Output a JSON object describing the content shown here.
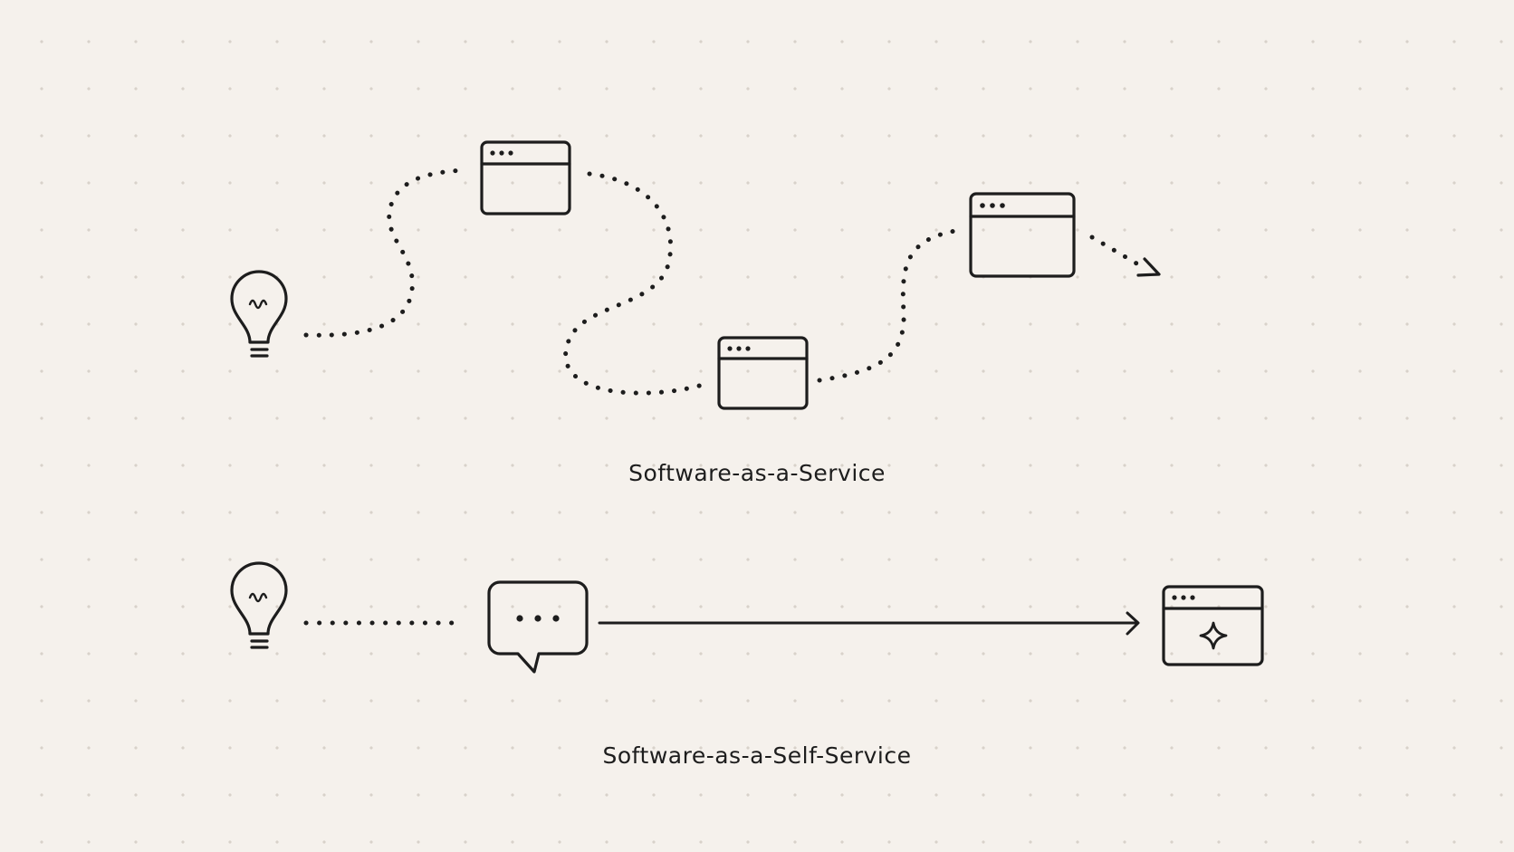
{
  "diagram": {
    "colors": {
      "background": "#f5f1ec",
      "ink": "#1d1d1d",
      "grid_dot": "#d8d2ca"
    },
    "top_flow": {
      "caption": "Software-as-a-Service",
      "nodes": [
        "lightbulb-icon",
        "browser-window-icon",
        "browser-window-icon",
        "browser-window-icon"
      ],
      "connector": "dotted-winding-path",
      "ends_with": "dotted-arrow-icon"
    },
    "bottom_flow": {
      "caption": "Software-as-a-Self-Service",
      "nodes": [
        "lightbulb-icon",
        "chat-bubble-icon",
        "browser-window-sparkle-icon"
      ],
      "connectors": [
        "dotted-line",
        "solid-arrow"
      ]
    }
  }
}
